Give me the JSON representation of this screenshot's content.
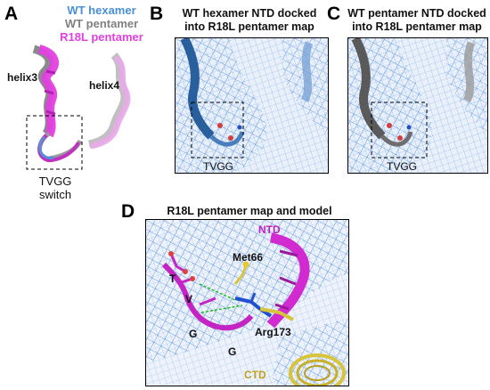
{
  "panels": {
    "A": {
      "letter": "A",
      "legend": [
        "WT hexamer",
        "WT pentamer",
        "R18L pentamer"
      ],
      "legend_colors": [
        "#4a8fd6",
        "#808080",
        "#e040e0"
      ],
      "helix3": "helix3",
      "helix4": "helix4",
      "switch_line1": "TVGG",
      "switch_line2": "switch"
    },
    "B": {
      "letter": "B",
      "title_line1": "WT hexamer NTD docked",
      "title_line2": "into R18L pentamer map",
      "caption": "TVGG"
    },
    "C": {
      "letter": "C",
      "title_line1": "WT pentamer NTD docked",
      "title_line2": "into R18L pentamer map",
      "caption": "TVGG"
    },
    "D": {
      "letter": "D",
      "title": "R18L pentamer map and model",
      "ntd": "NTD",
      "met": "Met66",
      "arg": "Arg173",
      "ctd": "CTD",
      "residues": [
        "T",
        "V",
        "G",
        "G"
      ]
    }
  },
  "colors": {
    "mesh": "#3a7fd5",
    "hexamer": "#2a5f9e",
    "pentamer": "#5a5a5a",
    "r18l": "#d02ad0",
    "ctd": "#d8c43a"
  }
}
